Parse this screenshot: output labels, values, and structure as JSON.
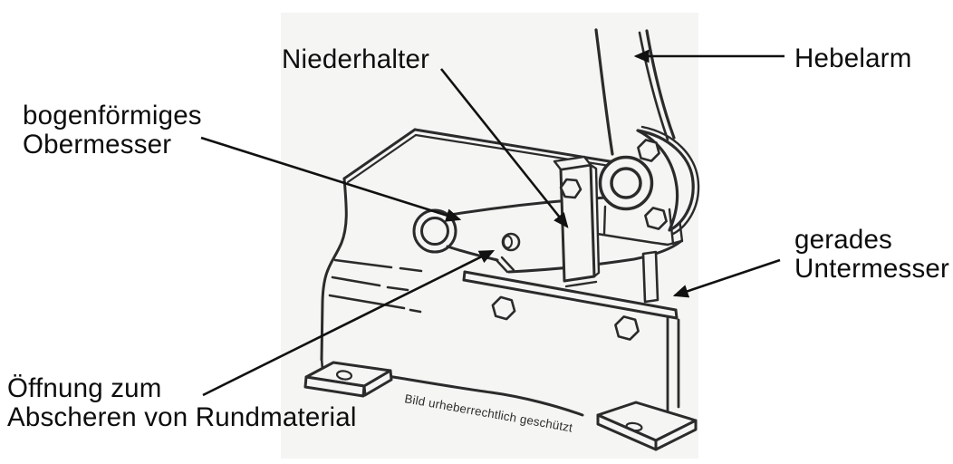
{
  "page": {
    "background": "#ffffff",
    "scan_background": "#f5f5f3",
    "ink_color": "#2b2b2b",
    "label_color": "#0d0d0d"
  },
  "labels": {
    "niederhalter": {
      "text": "Niederhalter"
    },
    "hebelarm": {
      "text": "Hebelarm"
    },
    "obermesser": {
      "line1": "bogenförmiges",
      "line2": "Obermesser"
    },
    "untermesser": {
      "line1": "gerades",
      "line2": "Untermesser"
    },
    "oeffnung": {
      "line1": "Öffnung zum",
      "line2": "Abscheren von Rundmaterial"
    }
  },
  "watermark": {
    "text": "Bild urheberrechtlich geschützt"
  }
}
